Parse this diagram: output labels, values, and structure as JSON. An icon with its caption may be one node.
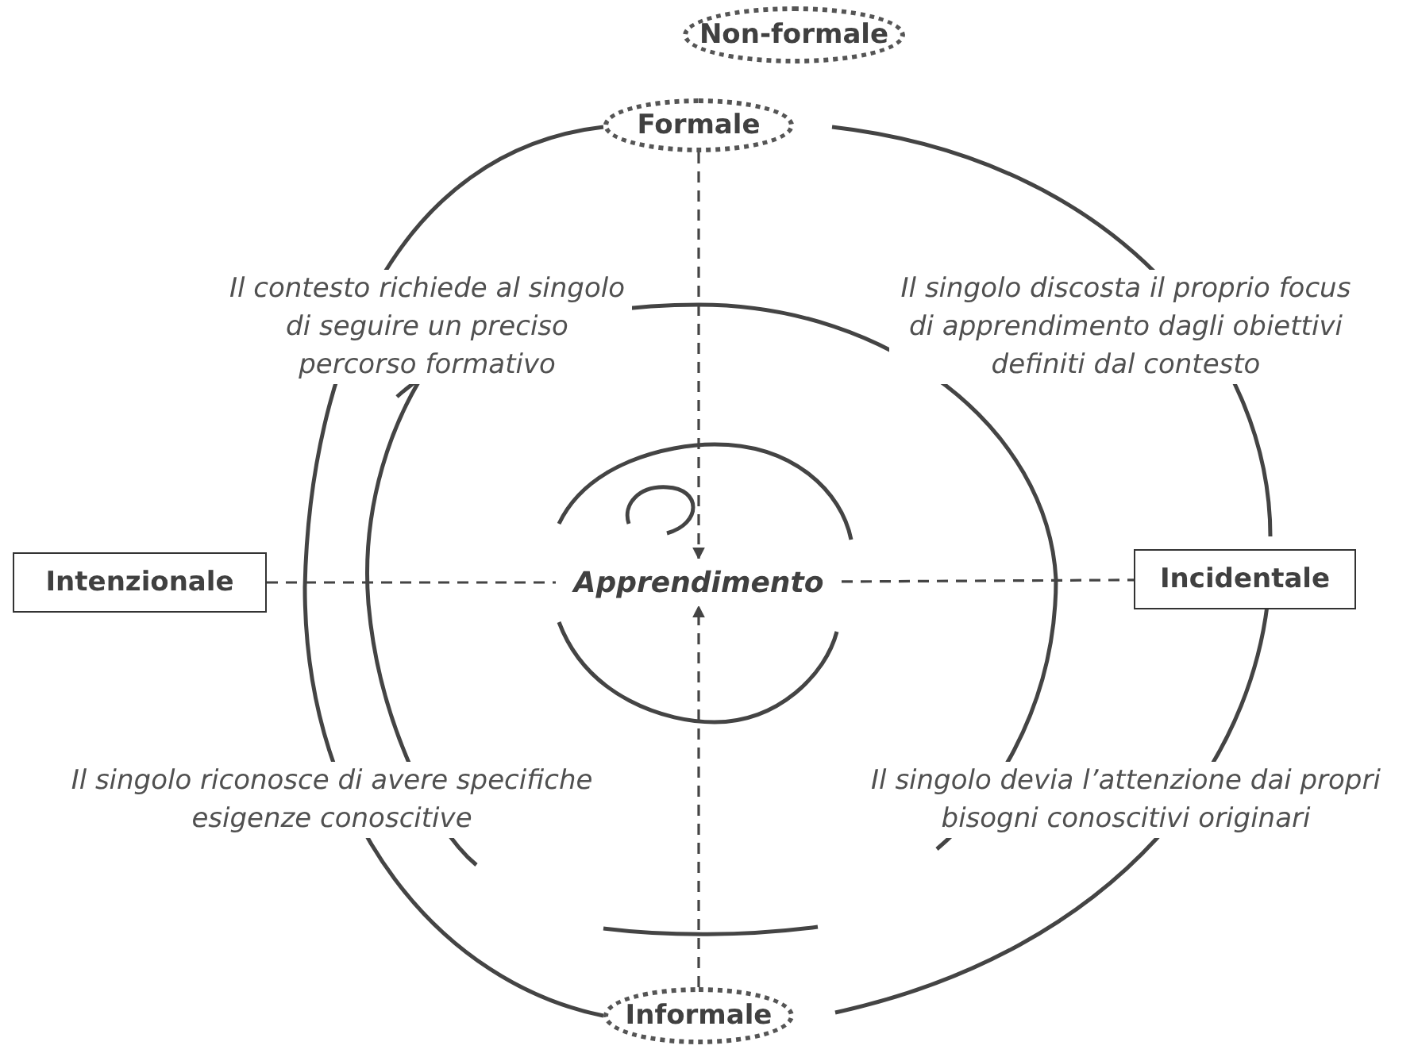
{
  "diagram": {
    "nodes": [
      {
        "text": [
          "Non-formale"
        ]
      },
      {
        "text": [
          "Formale"
        ]
      },
      {
        "text": [
          "Intenzionale"
        ]
      },
      {
        "text": [
          "Apprendimento"
        ]
      },
      {
        "text": [
          "Incidentale"
        ]
      },
      {
        "text": [
          "Informale"
        ]
      }
    ],
    "edges": [
      {
        "from": 1,
        "to": 3,
        "arrow": "to",
        "style": "dashed"
      },
      {
        "from": 2,
        "to": 3,
        "arrow": "none",
        "style": "dashed"
      },
      {
        "from": 3,
        "to": 4,
        "arrow": "none",
        "style": "dashed"
      },
      {
        "from": 5,
        "to": 3,
        "arrow": "to",
        "style": "dashed"
      }
    ],
    "labels": [
      "Il contesto richiede al singolo di seguire un preciso percorso formativo",
      "Il singolo discosta il proprio focus di apprendimento dagli obiettivi definiti dal contesto",
      "Il singolo riconosce di avere specifiche esigenze conoscitive",
      "Il singolo devia l’attenzione dai propri bisogni conoscitivi originari"
    ]
  }
}
